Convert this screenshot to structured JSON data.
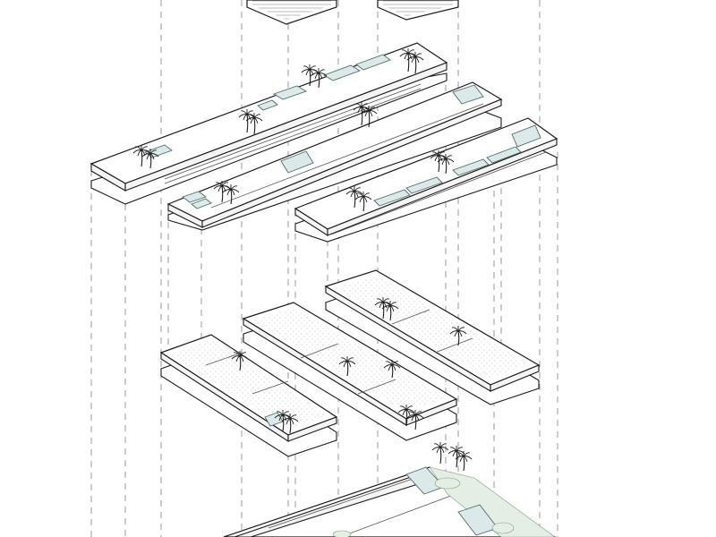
{
  "diagram": {
    "type": "exploded-axonometric",
    "colors": {
      "linework": "#1a1a1a",
      "guides": "#9a9a9a",
      "pool": "#dce9e9",
      "greenery": "#e4eee4",
      "paper": "#ffffff"
    },
    "groups": [
      {
        "id": "upper-roof-fragments",
        "count": 2
      },
      {
        "id": "upper-level-slabs",
        "count": 3
      },
      {
        "id": "middle-level-slabs",
        "count": 3
      },
      {
        "id": "ground-level",
        "count": 1
      }
    ],
    "icons": [
      "palm-tree-icon",
      "pool-icon"
    ]
  }
}
